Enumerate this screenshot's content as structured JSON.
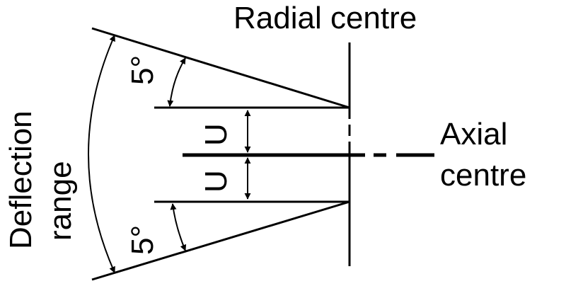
{
  "labels": {
    "radial_centre": "Radial centre",
    "axial_centre_line1": "Axial",
    "axial_centre_line2": "centre",
    "deflection_line1": "Deflection",
    "deflection_line2": "range",
    "angle_top": "5°",
    "angle_bottom": "5°",
    "u_top": "U",
    "u_bottom": "U"
  },
  "colors": {
    "stroke": "#000000",
    "background": "#ffffff"
  }
}
